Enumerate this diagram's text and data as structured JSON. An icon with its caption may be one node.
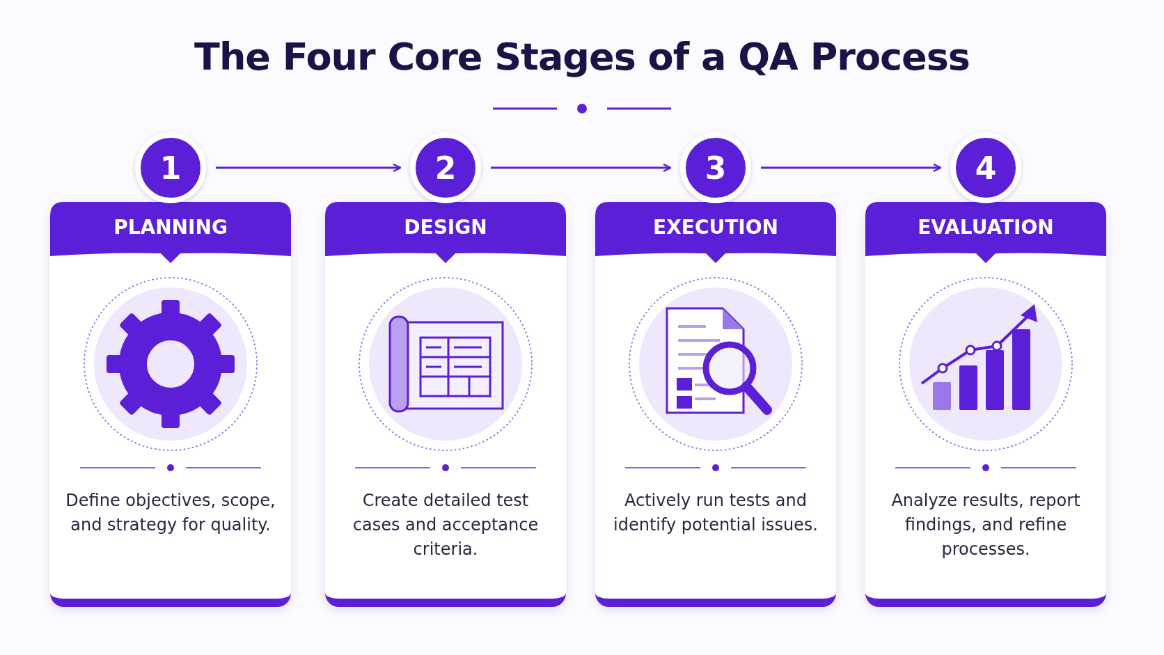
{
  "diagram": {
    "title": "The Four Core Stages of a QA Process",
    "nodes": [
      {
        "text": [
          "1"
        ]
      },
      {
        "text": [
          "2"
        ]
      },
      {
        "text": [
          "3"
        ]
      },
      {
        "text": [
          "4"
        ]
      },
      {
        "text": [
          "PLANNING",
          "Define objectives, scope, and strategy for quality."
        ]
      },
      {
        "text": [
          "DESIGN",
          "Create detailed test cases and acceptance criteria."
        ]
      },
      {
        "text": [
          "EXECUTION",
          "Actively run tests and identify potential issues."
        ]
      },
      {
        "text": [
          "EVALUATION",
          "Analyze results, report findings, and refine processes."
        ]
      }
    ],
    "edges": [
      {
        "from": 0,
        "to": 1,
        "arrow": "to"
      },
      {
        "from": 1,
        "to": 2,
        "arrow": "to"
      },
      {
        "from": 2,
        "to": 3,
        "arrow": "to"
      }
    ]
  }
}
